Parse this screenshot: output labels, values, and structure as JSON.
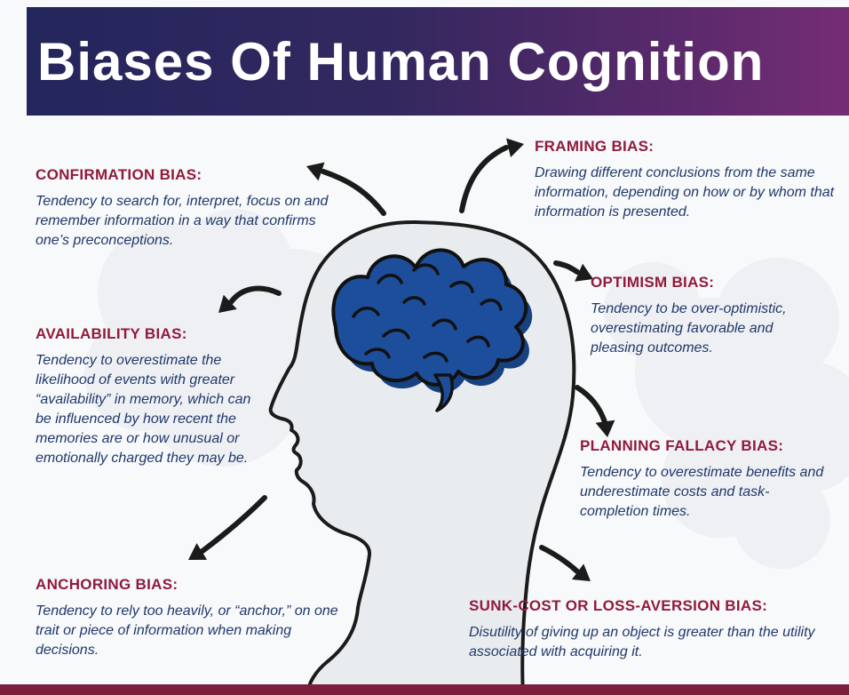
{
  "header": {
    "title": "Biases Of Human Cognition"
  },
  "biases": [
    {
      "id": "confirmation",
      "heading": "CONFIRMATION BIAS:",
      "description": "Tendency to search for, interpret, focus on and remember information in a way that confirms one’s preconceptions."
    },
    {
      "id": "availability",
      "heading": "AVAILABILITY BIAS:",
      "description": "Tendency to overestimate the likelihood of events with greater “availability” in memory, which can be influenced by how recent the memories are or how unusual or emotionally charged they may be."
    },
    {
      "id": "anchoring",
      "heading": "ANCHORING BIAS:",
      "description": "Tendency to rely too heavily, or “anchor,” on one trait or piece of information when making decisions."
    },
    {
      "id": "framing",
      "heading": "FRAMING BIAS:",
      "description": "Drawing different conclusions from the same information, depending on how or by whom that information is presented."
    },
    {
      "id": "optimism",
      "heading": "OPTIMISM BIAS:",
      "description": "Tendency to be over-optimistic, overestimating favorable and pleasing outcomes."
    },
    {
      "id": "planning",
      "heading": "PLANNING FALLACY BIAS:",
      "description": "Tendency to overestimate benefits and underestimate costs and task-completion times."
    },
    {
      "id": "sunk_cost",
      "heading": "SUNK-COST OR LOSS-AVERSION BIAS:",
      "description": "Disutility of giving up an object is greater than the utility associated with acquiring it."
    }
  ],
  "colors": {
    "header_gradient_start": "#23265c",
    "header_gradient_end": "#752d74",
    "heading_red": "#911a3c",
    "body_text_blue": "#21386b",
    "brain_blue": "#1d4e9b",
    "brain_shadow_blue": "#174181",
    "footer_bar": "#7d1e3c",
    "background": "#f7f9fa"
  }
}
